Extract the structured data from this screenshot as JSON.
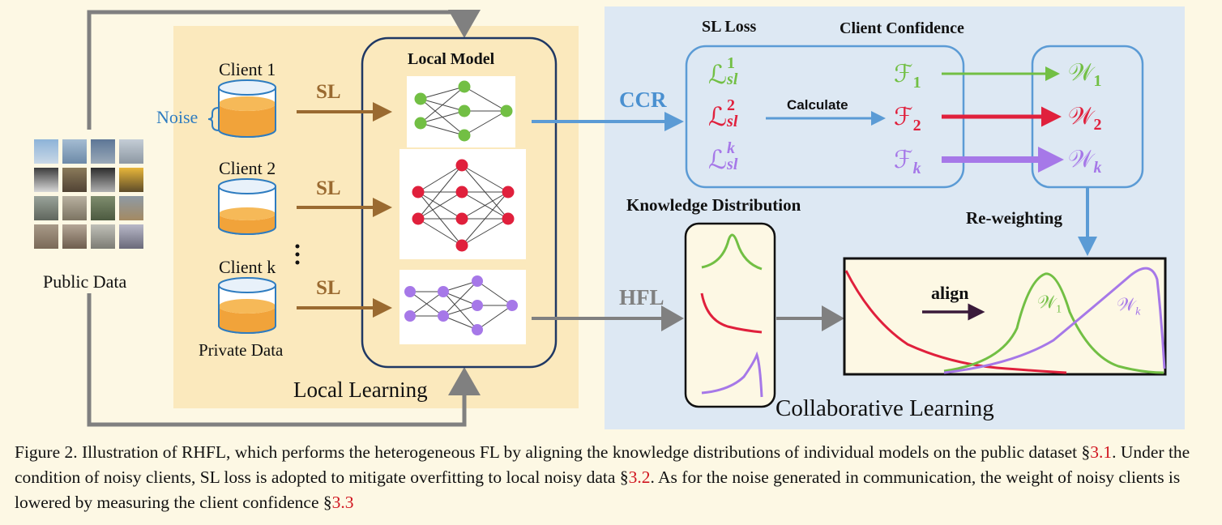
{
  "public_data": {
    "label": "Public Data"
  },
  "clients": [
    {
      "name": "Client 1",
      "arrow_label": "SL"
    },
    {
      "name": "Client 2",
      "arrow_label": "SL"
    },
    {
      "name": "Client k",
      "arrow_label": "SL"
    }
  ],
  "noise_label": "Noise",
  "private_data_label": "Private Data",
  "local_model_title": "Local Model",
  "local_learning_label": "Local Learning",
  "collaborative_learning_label": "Collaborative Learning",
  "ccr_label": "CCR",
  "hfl_label": "HFL",
  "sl_loss_title": "SL Loss",
  "client_confidence_title": "Client Confidence",
  "calculate_label": "Calculate",
  "knowledge_distribution_title": "Knowledge Distribution",
  "reweighting_label": "Re-weighting",
  "align_label": "align",
  "loss_terms": [
    {
      "base": "ℒ",
      "sup": "1",
      "sub": "sl"
    },
    {
      "base": "ℒ",
      "sup": "2",
      "sub": "sl"
    },
    {
      "base": "ℒ",
      "sup": "k",
      "sub": "sl"
    }
  ],
  "confidence_terms": [
    {
      "base": "ℱ",
      "sub": "1"
    },
    {
      "base": "ℱ",
      "sub": "2"
    },
    {
      "base": "ℱ",
      "sub": "k"
    }
  ],
  "weight_terms": [
    {
      "base": "𝒲",
      "sub": "1"
    },
    {
      "base": "𝒲",
      "sub": "2"
    },
    {
      "base": "𝒲",
      "sub": "k"
    }
  ],
  "curve_labels": [
    {
      "base": "𝒲",
      "sub": "1"
    },
    {
      "base": "𝒲",
      "sub": "k"
    }
  ],
  "colors": {
    "client1": "#72bf44",
    "client2": "#e0203c",
    "clientk": "#a678e8",
    "sl_arrow": "#9a6a30",
    "blue_arrow": "#5b9bd5",
    "gray_arrow": "#808080",
    "ccr_text": "#4a90d0",
    "cylinder_fill": "#f1a33a",
    "cylinder_stroke": "#2e7cc0",
    "local_panel": "#fbe9bd",
    "collab_panel": "#dde8f3"
  },
  "caption": {
    "prefix": "Figure 2. Illustration of RHFL, which performs the heterogeneous FL by aligning the knowledge distributions of individual models on the public dataset §",
    "ref1": "3.1",
    "mid1": ". Under the condition of noisy clients, SL loss is adopted to mitigate overfitting to local noisy data §",
    "ref2": "3.2",
    "mid2": ". As for the noise generated in communication, the weight of noisy clients is lowered by measuring the client confidence §",
    "ref3": "3.3"
  }
}
